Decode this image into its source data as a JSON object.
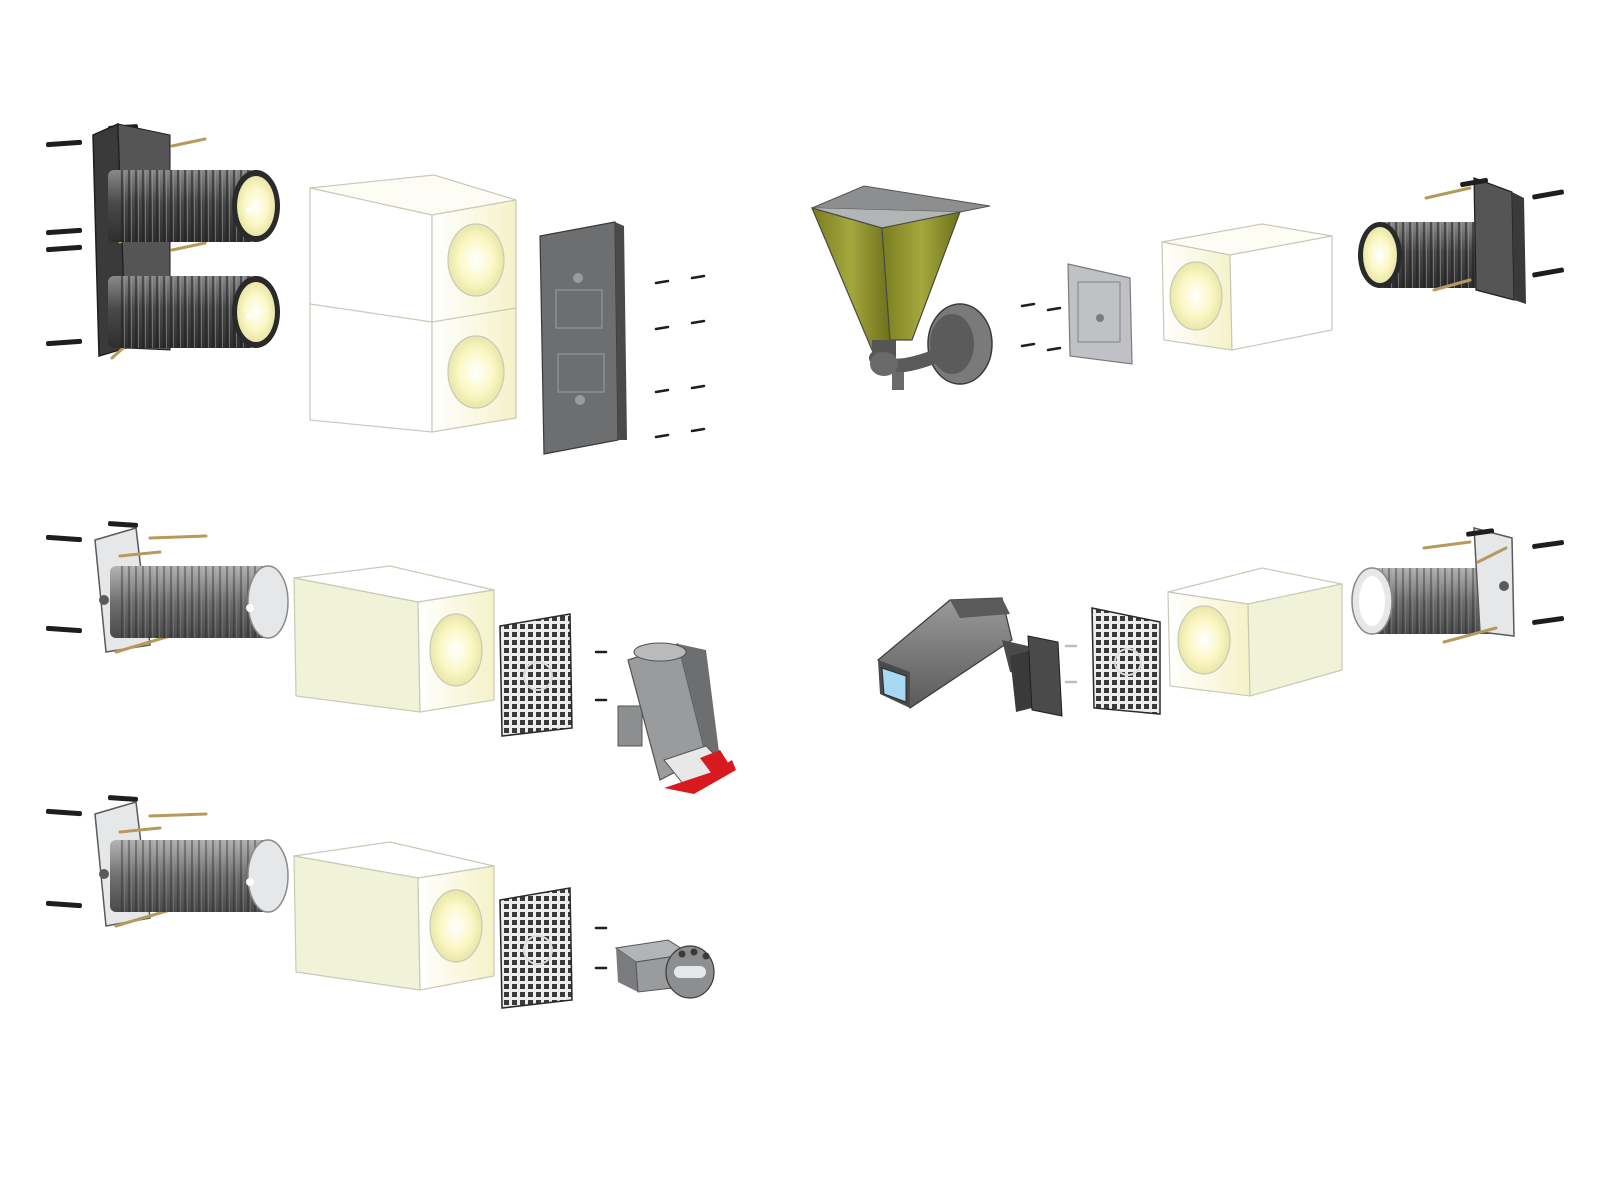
{
  "colors": {
    "background": "#ffffff",
    "dark_grey": "#3d3d3d",
    "mid_grey": "#6e6e6e",
    "light_grey": "#a8a9ab",
    "plate_light": "#e6e7e8",
    "insulation_top": "#fdfdf6",
    "insulation_face": "#f1f3d8",
    "insulation_glow": "#fbf8c6",
    "lamp_glass": "#8c8f2c",
    "socket_red": "#d71920",
    "camera_lens": "#a9d9f2",
    "screw_brass": "#b79a5b",
    "screw_dark": "#1e1e1e"
  },
  "assemblies": [
    {
      "id": "double-socket-mount",
      "components": [
        "wall-plugs-icon",
        "anchor-plate-icon",
        "corrugated-sleeve-icon",
        "insulation-block-icon",
        "mounting-plate-icon",
        "screws-icon"
      ]
    },
    {
      "id": "wall-lamp-mount",
      "components": [
        "wall-lamp-icon",
        "screws-icon",
        "mounting-plate-icon",
        "insulation-block-icon",
        "corrugated-sleeve-icon",
        "anchor-plate-icon",
        "wall-plugs-icon"
      ]
    },
    {
      "id": "cee-socket-mount",
      "components": [
        "wall-plugs-icon",
        "anchor-plate-icon",
        "corrugated-sleeve-icon",
        "insulation-block-icon",
        "grid-plate-icon",
        "screws-icon",
        "cee-socket-icon"
      ]
    },
    {
      "id": "camera-mount",
      "components": [
        "security-camera-icon",
        "screws-icon",
        "grid-plate-icon",
        "insulation-block-icon",
        "corrugated-sleeve-icon",
        "anchor-plate-icon",
        "wall-plugs-icon"
      ]
    },
    {
      "id": "motion-detector-mount",
      "components": [
        "wall-plugs-icon",
        "anchor-plate-icon",
        "corrugated-sleeve-icon",
        "insulation-block-icon",
        "grid-plate-icon",
        "screws-icon",
        "motion-sensor-icon"
      ]
    }
  ]
}
